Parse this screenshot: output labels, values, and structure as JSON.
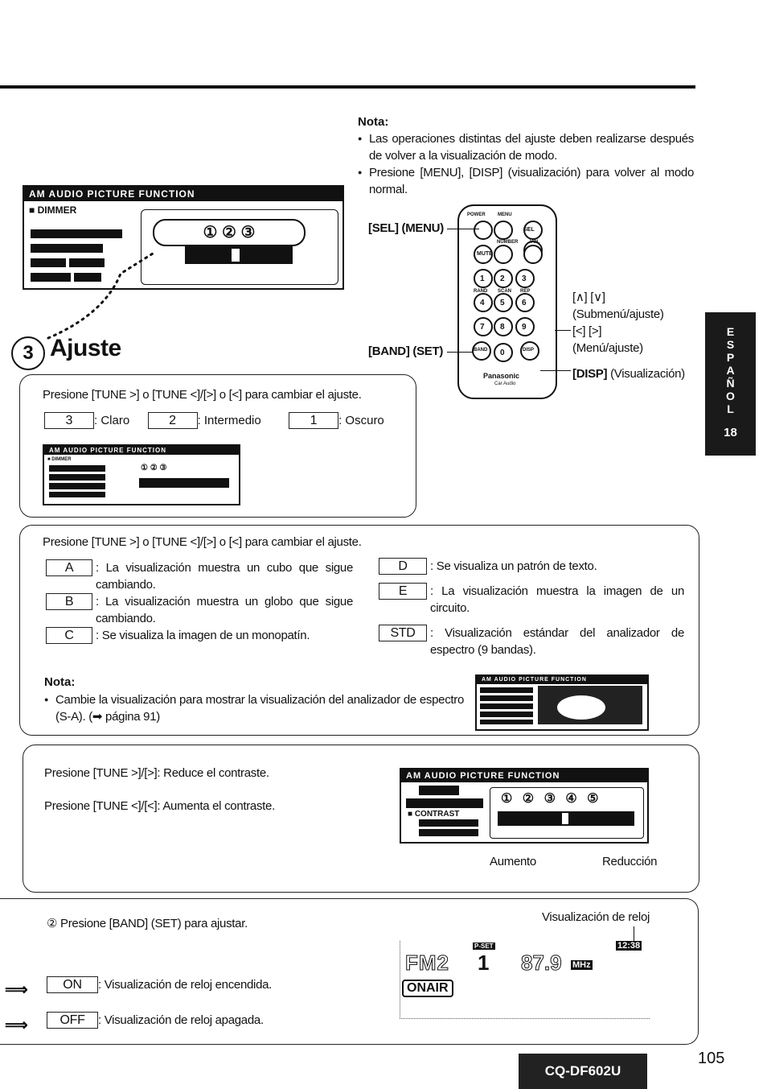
{
  "nota1": {
    "title": "Nota:",
    "items": [
      "Las operaciones distintas del ajuste deben realizarse después de volver a la visualización de modo.",
      "Presione [MENU], [DISP] (visualización) para volver al modo normal."
    ]
  },
  "lcd_main": {
    "bar": "AM   AUDIO PICTURE FUNCTION",
    "dimmer": "■ DIMMER",
    "values": "① ② ③"
  },
  "remote": {
    "sel_menu": "[SEL] (MENU)",
    "band_set": "[BAND] (SET)",
    "up_down": "[∧] [∨]",
    "up_down_desc": "(Submenú/ajuste)",
    "left_right": "[<] [>]",
    "left_right_desc": "(Menú/ajuste)",
    "disp": "[DISP]",
    "disp_desc": "(Visualización)",
    "brand": "Panasonic",
    "brand_sub": "Car Audio",
    "top_labels": [
      "POWER",
      "MENU"
    ],
    "mid_labels": [
      "NUMBER",
      "VOL"
    ],
    "row_labels": [
      "MUTE",
      "RAND",
      "SCAN",
      "REP"
    ],
    "keys": [
      "1",
      "2",
      "3",
      "4",
      "5",
      "6",
      "7",
      "8",
      "9",
      "0"
    ],
    "sel_key": "SEL",
    "band_key": "BAND",
    "disp_key": "DISP"
  },
  "ajuste": {
    "num": "3",
    "title": "Ajuste"
  },
  "dimmer_box": {
    "instruction": "Presione [TUNE >] o [TUNE <]/[>] o [<] para cambiar el ajuste.",
    "opts": [
      {
        "tag": "3",
        "desc": ": Claro"
      },
      {
        "tag": "2",
        "desc": ": Intermedio"
      },
      {
        "tag": "1",
        "desc": ": Oscuro"
      }
    ]
  },
  "pattern_box": {
    "instruction": "Presione [TUNE >] o [TUNE <]/[>] o [<] para cambiar el ajuste.",
    "left": [
      {
        "tag": "A",
        "desc": ": La visualización muestra un cubo que sigue cambiando."
      },
      {
        "tag": "B",
        "desc": ": La visualización muestra un globo que sigue cambiando."
      },
      {
        "tag": "C",
        "desc": ": Se visualiza la imagen de un monopatín."
      }
    ],
    "right": [
      {
        "tag": "D",
        "desc": ": Se visualiza un patrón de texto."
      },
      {
        "tag": "E",
        "desc": ": La visualización muestra la imagen de un circuito."
      },
      {
        "tag": "STD",
        "desc": ": Visualización estándar del analizador de espectro (9 bandas)."
      }
    ],
    "nota_title": "Nota:",
    "nota_text": "Cambie la visualización para mostrar la visualización del analizador de espectro (S-A). (➡ página 91)"
  },
  "contrast_box": {
    "line1": "Presione [TUNE >]/[>]: Reduce el contraste.",
    "line2": "Presione [TUNE <]/[<]: Aumenta el contraste.",
    "contrast_label": "■ CONTRAST",
    "scale": "① ② ③ ④ ⑤",
    "aumento": "Aumento",
    "reduccion": "Reducción"
  },
  "clock_box": {
    "step": "② Presione [BAND] (SET) para ajustar.",
    "callout": "Visualización de reloj",
    "on_tag": "ON",
    "on_desc": ": Visualización de reloj encendida.",
    "off_tag": "OFF",
    "off_desc": ": Visualización de reloj apagada.",
    "disp_band": "FM2",
    "disp_preset": "1",
    "disp_freq": "87.9",
    "disp_unit": "MHz",
    "disp_onair": "ONAIR",
    "disp_pset": "P-SET",
    "disp_clock": "12:38"
  },
  "side_tab": {
    "letters": [
      "E",
      "S",
      "P",
      "A",
      "Ñ",
      "O",
      "L"
    ],
    "num": "18"
  },
  "footer": {
    "model": "CQ-DF602U",
    "page": "105"
  }
}
